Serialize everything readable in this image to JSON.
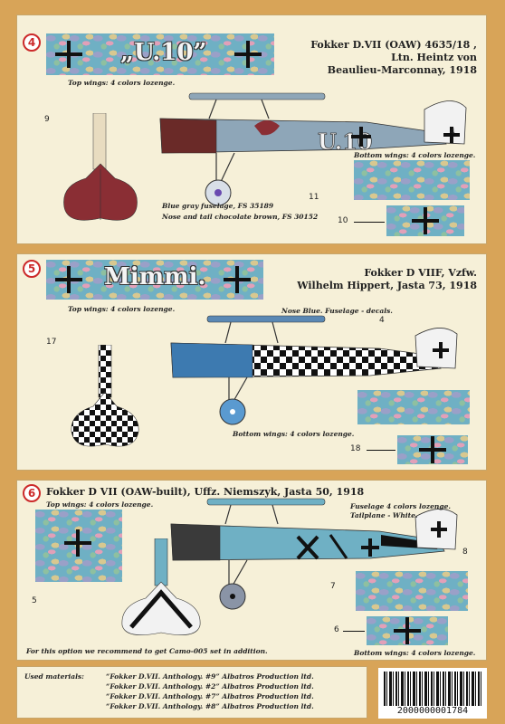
{
  "option4": {
    "number": "4",
    "title_lines": [
      "Fokker D.VII (OAW) 4635/18 ,",
      "Ltn. Heintz von",
      "Beaulieu-Marconnay, 1918"
    ],
    "wing_text": "„U.10”",
    "fuselage_text": "U.10",
    "top_wings_note": "Top wings: 4 colors lozenge.",
    "bottom_wings_note": "Bottom wings: 4 colors lozenge.",
    "colour_note_1": "Blue gray fuselage, FS 35189",
    "colour_note_2": "Nose and tail chocolate brown, FS 30152",
    "callouts": [
      "9",
      "4",
      "11",
      "10"
    ],
    "colors": {
      "fuselage": "#8ea6b8",
      "nose": "#6a2a28",
      "tail": "#8a2e34"
    }
  },
  "option5": {
    "number": "5",
    "title_lines": [
      "Fokker D VIIF, Vzfw.",
      "Wilhelm Hippert, Jasta 73, 1918"
    ],
    "wing_text": "Mimmi.",
    "top_wings_note": "Top wings: 4 colors lozenge.",
    "fuselage_note": "Nose Blue. Fuselage - decals.",
    "bottom_wings_note": "Bottom wings: 4 colors lozenge.",
    "callouts": [
      "17",
      "4",
      "18"
    ],
    "colors": {
      "nose": "#3d7ab0"
    }
  },
  "option6": {
    "number": "6",
    "title": "Fokker D VII (OAW-built), Uffz. Niemszyk, Jasta 50, 1918",
    "top_wings_note": "Top wings: 4 colors lozenge.",
    "fuselage_note": "Fuselage 4 colors lozenge.",
    "tailplane_note": "Tailplane - White.",
    "camo_note": "For this option we recommend to get Camo-005 set in addition.",
    "bottom_wings_note": "Bottom wings: 4 colors lozenge.",
    "callouts": [
      "5",
      "7",
      "8",
      "6"
    ]
  },
  "footer": {
    "label": "Used materials:",
    "lines": [
      "“Fokker D.VII. Anthology. #9” Albatros Production ltd.",
      "“Fokker D.VII. Anthology. #2” Albatros Production ltd.",
      "“Fokker D.VII. Anthology. #7” Albatros Production ltd.",
      "“Fokker D.VII. Anthology. #8” Albatros Production ltd."
    ]
  },
  "barcode": {
    "number": "2000000001784"
  }
}
